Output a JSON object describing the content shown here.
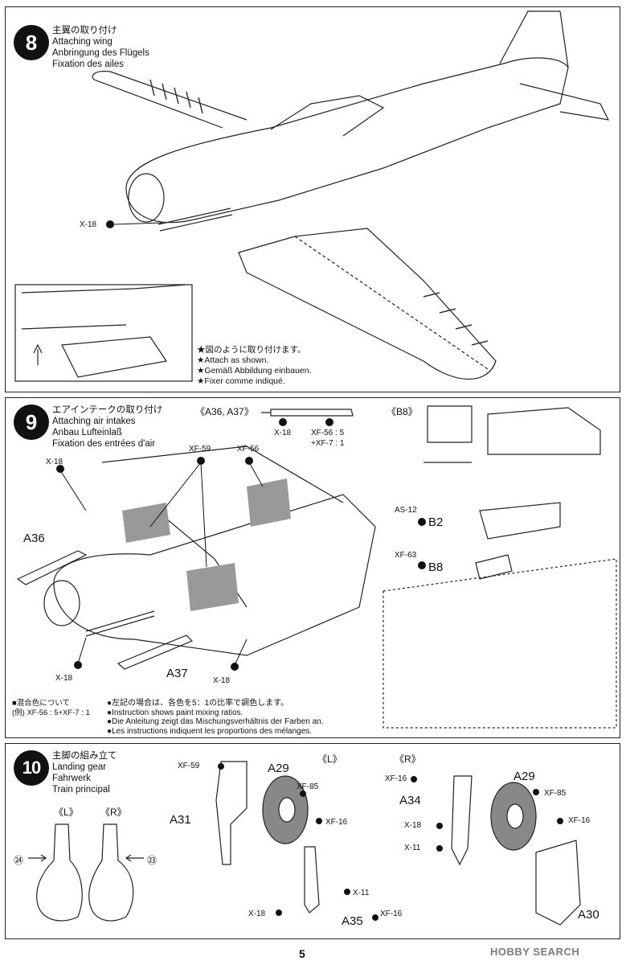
{
  "page_number": "5",
  "watermark": "HOBBY SEARCH",
  "step8": {
    "number": "8",
    "title_ja": "主翼の取り付け",
    "title_en": "Attaching wing",
    "title_de": "Anbringung des Flügels",
    "title_fr": "Fixation des ailes",
    "paint_label": "X-18",
    "note_ja": "★図のように取り付けます。",
    "note_en": "★Attach as shown.",
    "note_de": "★Gemäß Abbildung einbauen.",
    "note_fr": "★Fixer comme indiqué."
  },
  "step9": {
    "number": "9",
    "title_ja": "エアインテークの取り付け",
    "title_en": "Attaching air intakes",
    "title_de": "Anbau Lufteinlaß",
    "title_fr": "Fixation des entrées d'air",
    "parts_header": "《A36, A37》",
    "b8_header": "《B8》",
    "paint_x18_top": "X-18",
    "paint_xf56_mix": "XF-56 : 5",
    "paint_xf7_mix": "+XF-7 : 1",
    "label_x18_a": "X-18",
    "label_xf59": "XF-59",
    "label_xf56": "XF-56",
    "label_a36": "A36",
    "label_a37": "A37",
    "label_x18_b": "X-18",
    "label_x18_c": "X-18",
    "label_as12": "AS-12",
    "label_b2": "B2",
    "label_xf63": "XF-63",
    "label_b8": "B8",
    "mix_title": "■混合色について",
    "mix_example": "(例) XF-56 : 5+XF-7 : 1",
    "mix_ja": "●左記の場合は、各色を5：1の比率で調色します。",
    "mix_en": "●Instruction shows paint mixing ratios.",
    "mix_de": "●Die Anleitung zeigt das Mischungsverhältnis der Farben an.",
    "mix_fr": "●Les instructions indiquent les proportions des mélanges."
  },
  "step10": {
    "number": "10",
    "title_ja": "主脚の組み立て",
    "title_en": "Landing gear",
    "title_de": "Fahrwerk",
    "title_fr": "Train principal",
    "small_L": "《L》",
    "small_R": "《R》",
    "ref_24": "㉔",
    "ref_23": "㉓",
    "header_L": "《L》",
    "header_R": "《R》",
    "L_xf59": "XF-59",
    "L_a31": "A31",
    "L_a29": "A29",
    "L_xf85": "XF-85",
    "L_xf16": "XF-16",
    "L_x11": "X-11",
    "L_x18": "X-18",
    "L_a35": "A35",
    "L_xf16b": "XF-16",
    "R_xf16": "XF-16",
    "R_a34": "A34",
    "R_x18": "X-18",
    "R_x11": "X-11",
    "R_a29": "A29",
    "R_xf85": "XF-85",
    "R_xf16b": "XF-16",
    "R_a30": "A30"
  }
}
